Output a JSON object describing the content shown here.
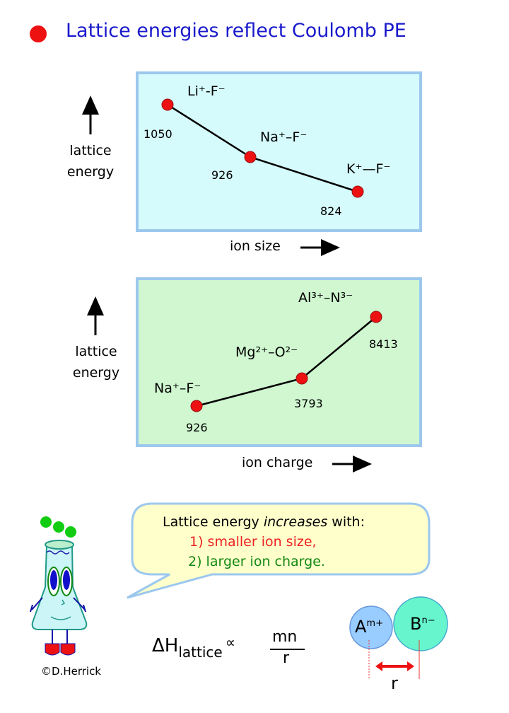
{
  "title": "Lattice energies reflect Coulomb PE",
  "colors": {
    "title": "#1a1acc",
    "point": "#ee1111",
    "panel1": "#d6fbfd",
    "panel2": "#d0f7d0",
    "border": "#9cc8ee"
  },
  "panel1": {
    "y_label_1": "lattice",
    "y_label_2": "energy",
    "x_label": "ion size",
    "points": [
      {
        "compound": "Li⁺-F⁻",
        "value": "1050"
      },
      {
        "compound": "Na⁺–F⁻",
        "value": "926"
      },
      {
        "compound": "K⁺—F⁻",
        "value": "824"
      }
    ]
  },
  "panel2": {
    "y_label_1": "lattice",
    "y_label_2": "energy",
    "x_label": "ion charge",
    "points": [
      {
        "compound": "Na⁺–F⁻",
        "value": "926"
      },
      {
        "compound": "Mg²⁺–O²⁻",
        "value": "3793"
      },
      {
        "compound": "Al³⁺–N³⁻",
        "value": "8413"
      }
    ]
  },
  "bubble": {
    "line1_a": "Lattice energy ",
    "line1_em": "increases",
    "line1_b": " with:",
    "item1": "1)  smaller ion size,",
    "item2": "2)  larger ion charge."
  },
  "formula": {
    "delta_h": "ΔH",
    "subscript": "lattice",
    "proportional": "∝",
    "numerator": "mn",
    "denominator": "r"
  },
  "ions": {
    "cation": "A",
    "cation_charge": "m+",
    "anion": "B",
    "anion_charge": "n−",
    "distance": "r"
  },
  "credit": "©D.Herrick"
}
